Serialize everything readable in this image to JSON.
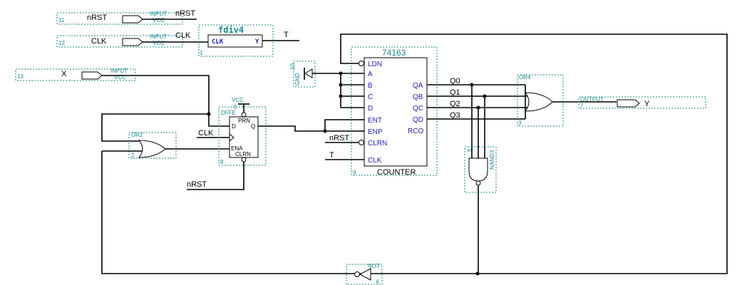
{
  "signals": {
    "nrst": "nRST",
    "clk": "CLK",
    "x": "X",
    "t": "T",
    "y": "Y",
    "q0": "Q0",
    "q1": "Q1",
    "q2": "Q2",
    "q3": "Q3"
  },
  "inputs": [
    {
      "num": "11",
      "name": "nRST",
      "type": "INPUT",
      "pull": "VCC"
    },
    {
      "num": "12",
      "name": "CLK",
      "type": "INPUT",
      "pull": "VCC"
    },
    {
      "num": "13",
      "name": "X",
      "type": "INPUT",
      "pull": "VCC"
    }
  ],
  "fdiv": {
    "title": "fdiv4",
    "in_pin": "CLK",
    "out_pin": "Y",
    "num": "1"
  },
  "dff": {
    "title": "DFFE",
    "vcc": "VCC",
    "vcc_num": "5",
    "prn": "PRN",
    "d": "D",
    "q": "Q",
    "ena": "ENA",
    "clrn": "CLRN",
    "num": "8"
  },
  "or2": {
    "title": "OR2",
    "num": "2"
  },
  "gnd": {
    "label": "GND",
    "num": "10"
  },
  "counter": {
    "title": "74163",
    "footer": "COUNTER",
    "num": "9",
    "left_pins": [
      "LDN",
      "A",
      "B",
      "C",
      "D",
      "ENT",
      "ENP",
      "CLRN",
      "CLK"
    ],
    "right_pins": [
      "QA",
      "QB",
      "QC",
      "QD",
      "RCO"
    ]
  },
  "or4": {
    "title": "OR4",
    "num": "3"
  },
  "output": {
    "type": "OUTPUT",
    "num": "7"
  },
  "nand": {
    "title": "NAND3",
    "num": "6"
  },
  "not_gate": {
    "title": "NOT",
    "num": "4"
  }
}
